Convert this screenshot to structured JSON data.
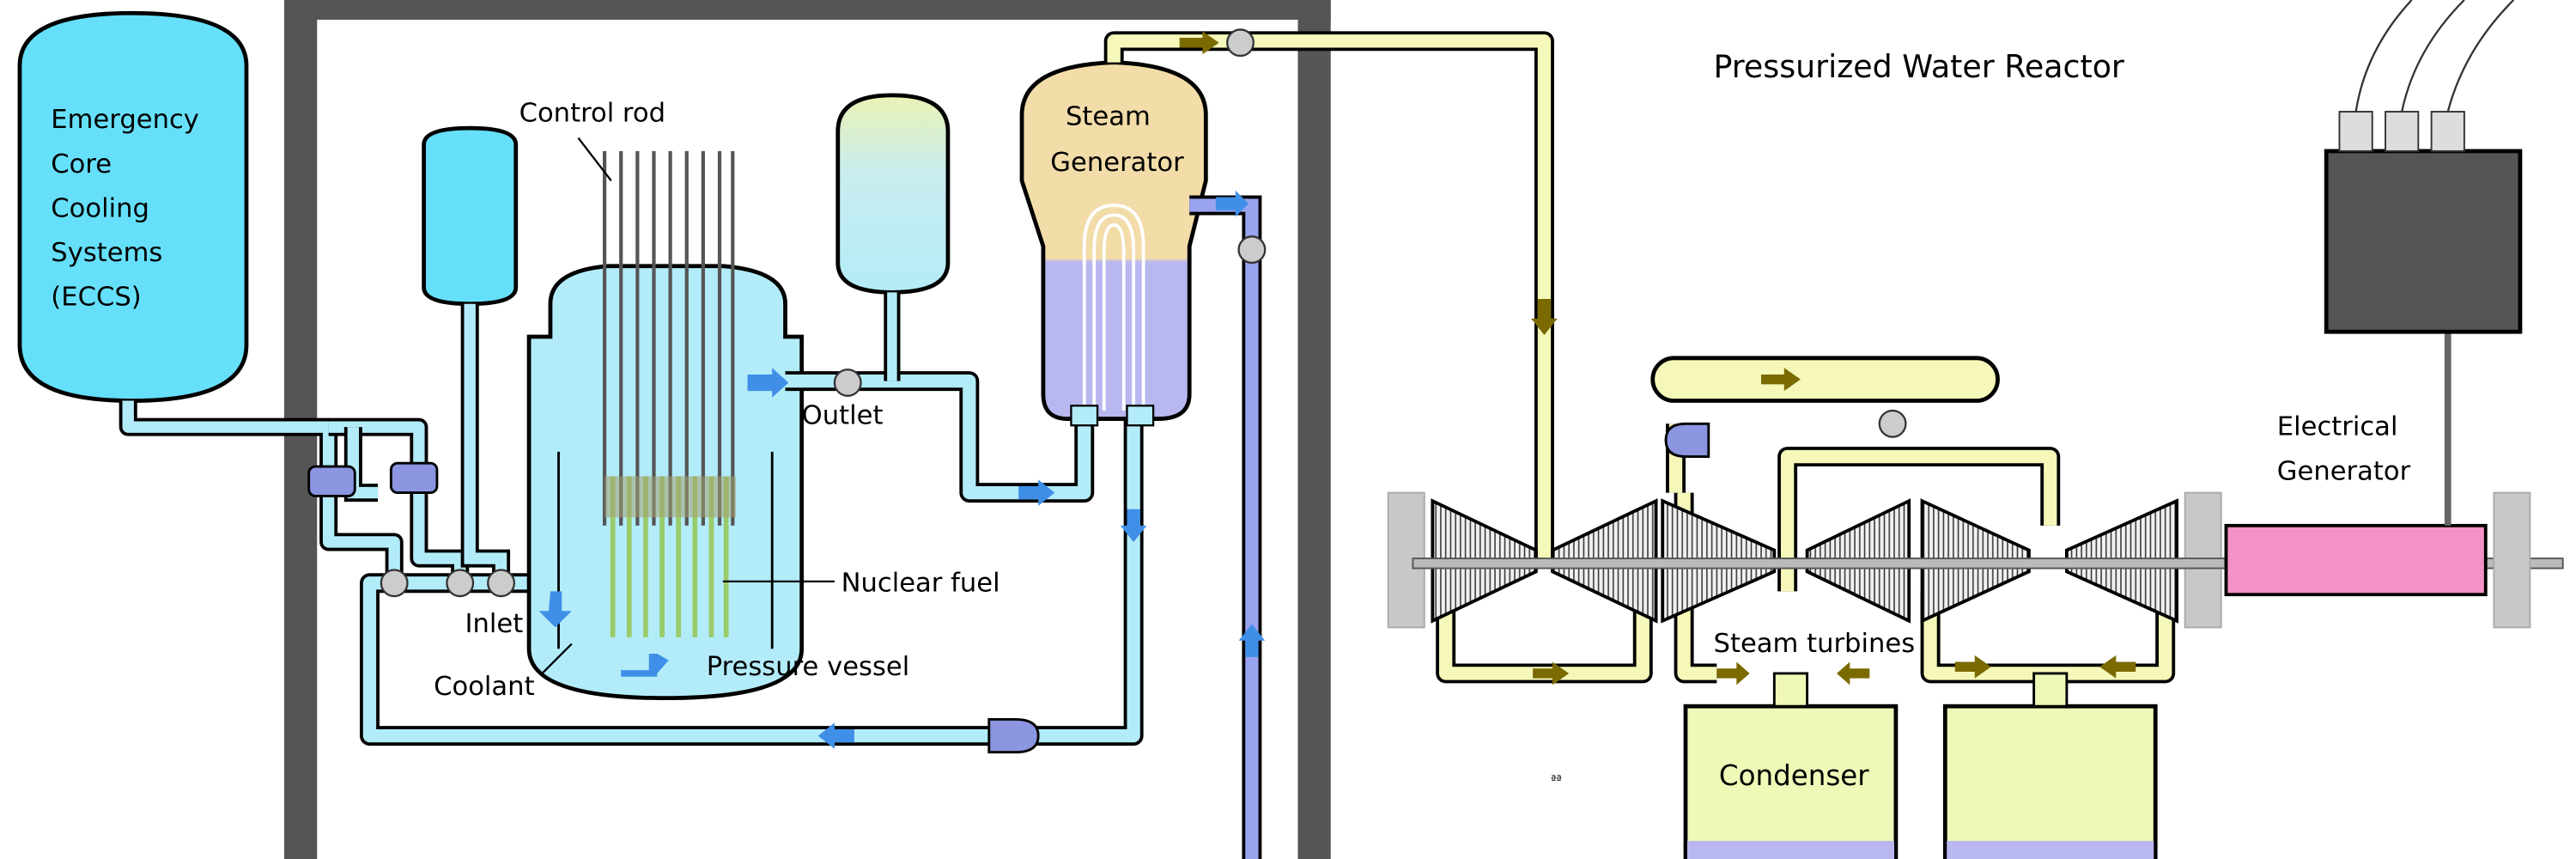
{
  "title": "Pressurized Water Reactor",
  "labels": {
    "eccs": [
      "Emergency",
      "Core",
      "Cooling",
      "Systems",
      "(ECCS)"
    ],
    "control_rod": "Control rod",
    "steam_generator": [
      "Steam",
      "Generator"
    ],
    "outlet": "Outlet",
    "inlet": "Inlet",
    "nuclear_fuel": "Nuclear fuel",
    "coolant": "Coolant",
    "pressure_vessel": "Pressure vessel",
    "steam_turbines": "Steam turbines",
    "electrical_generator": [
      "Electrical",
      "Generator"
    ],
    "condenser": "Condenser",
    "small_mark": "ªª"
  },
  "colors": {
    "primary_coolant": "#b3ecf9",
    "eccs_tank": "#66e0fa",
    "steam_line": "#f5f8b9",
    "feedwater": "#9aa3ee",
    "generator": "#f492c5",
    "transformer": "#555555",
    "arrow_blue": "#3f8fe8",
    "arrow_olive": "#7a6a00"
  }
}
